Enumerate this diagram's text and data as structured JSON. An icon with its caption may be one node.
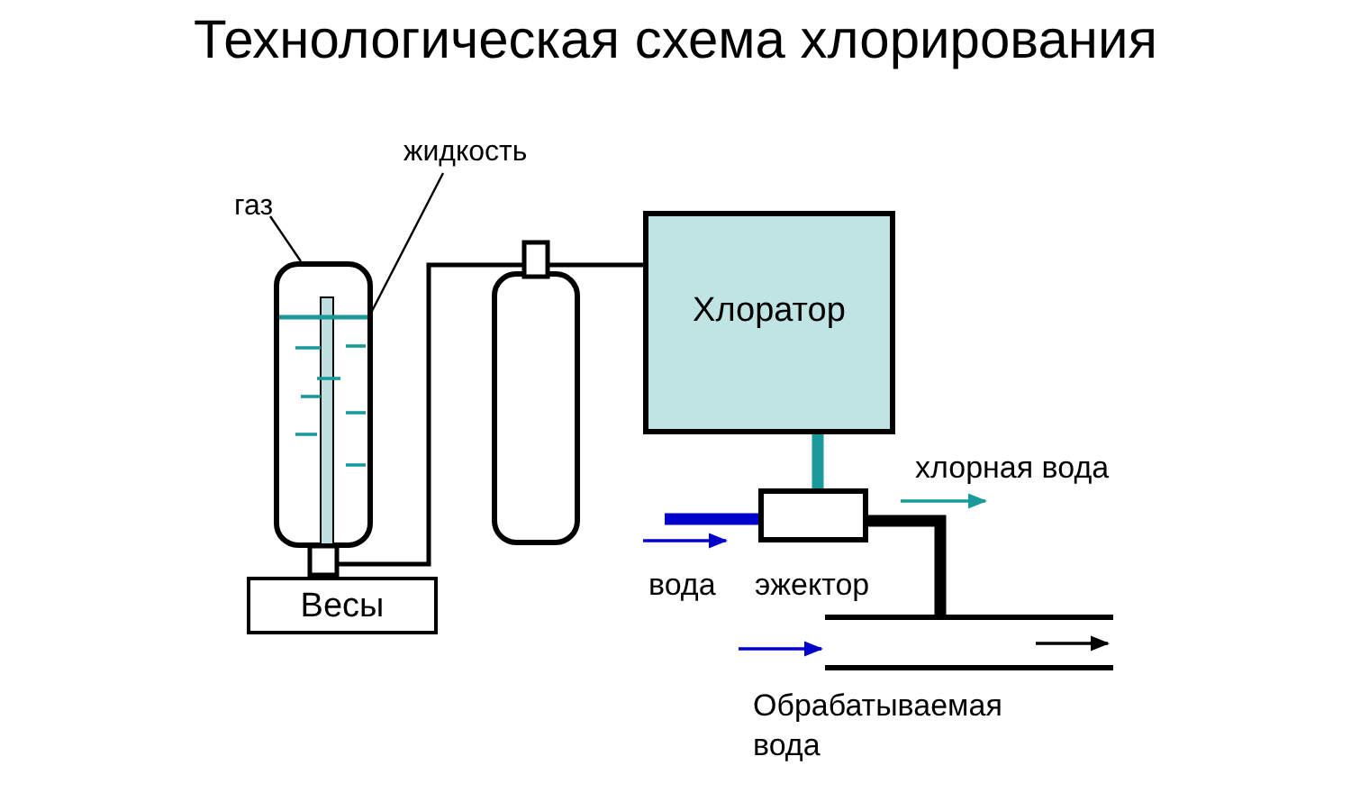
{
  "diagram": {
    "title": "Технологическая схема хлорирования",
    "nodes": [
      {
        "text": [
          "Весы"
        ]
      },
      {
        "text": [],
        "shape": "cylinder"
      },
      {
        "text": [
          "газ"
        ]
      },
      {
        "text": [
          "жидкость"
        ]
      },
      {
        "text": [],
        "shape": "cylinder"
      },
      {
        "text": [
          "Хлоратор"
        ]
      },
      {
        "text": [],
        "shape": "box"
      },
      {
        "text": [],
        "shape": "pipe",
        "beside": [
          "Обрабатываемая вода"
        ]
      }
    ],
    "edges": [
      {
        "from": 2,
        "to": 1,
        "arrow": "none"
      },
      {
        "from": 3,
        "to": 1,
        "arrow": "none"
      },
      {
        "from": 1,
        "to": 4,
        "arrow": "none"
      },
      {
        "from": 4,
        "to": 5,
        "arrow": "none"
      },
      {
        "from": 5,
        "to": 6,
        "arrow": "none",
        "style": "thick",
        "color": "#1a9a9a"
      },
      {
        "from": null,
        "to": 6,
        "arrow": "none",
        "style": "thick",
        "color": "#0000cc"
      },
      {
        "from": 6,
        "to": 7,
        "arrow": "none",
        "style": "thick"
      }
    ],
    "labels": [
      "хлорная вода",
      "вода",
      "эжектор"
    ]
  }
}
